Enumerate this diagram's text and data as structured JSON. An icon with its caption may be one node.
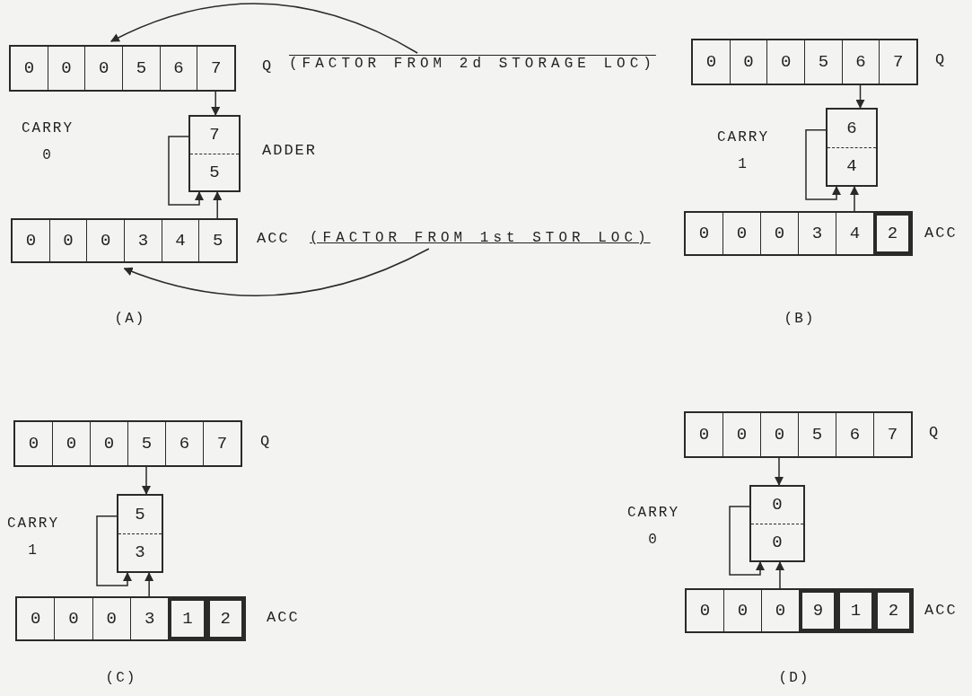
{
  "diagram": {
    "nodes": [
      {
        "text": [],
        "shape": "box",
        "beside": [
          "Q"
        ]
      },
      {
        "text": [
          "0"
        ],
        "in": 0
      },
      {
        "text": [
          "0"
        ],
        "in": 0
      },
      {
        "text": [
          "0"
        ],
        "in": 0
      },
      {
        "text": [
          "5"
        ],
        "in": 0
      },
      {
        "text": [
          "6"
        ],
        "in": 0
      },
      {
        "text": [
          "7"
        ],
        "in": 0
      },
      {
        "text": [
          "(FACTOR FROM 2d STORAGE LOC)"
        ]
      },
      {
        "text": [
          "7",
          "5"
        ],
        "beside": [
          "ADDER"
        ]
      },
      {
        "text": [],
        "shape": "box",
        "beside": [
          "ACC"
        ]
      },
      {
        "text": [
          "0"
        ],
        "in": 9
      },
      {
        "text": [
          "0"
        ],
        "in": 9
      },
      {
        "text": [
          "0"
        ],
        "in": 9
      },
      {
        "text": [
          "3"
        ],
        "in": 9
      },
      {
        "text": [
          "4"
        ],
        "in": 9
      },
      {
        "text": [
          "5"
        ],
        "in": 9
      },
      {
        "text": [
          "(FACTOR FROM 1st STOR LOC)"
        ]
      },
      {
        "text": [],
        "shape": "box",
        "beside": [
          "Q"
        ]
      },
      {
        "text": [
          "0"
        ],
        "in": 17
      },
      {
        "text": [
          "0"
        ],
        "in": 17
      },
      {
        "text": [
          "0"
        ],
        "in": 17
      },
      {
        "text": [
          "5"
        ],
        "in": 17
      },
      {
        "text": [
          "6"
        ],
        "in": 17
      },
      {
        "text": [
          "7"
        ],
        "in": 17
      },
      {
        "text": [
          "6",
          "4"
        ]
      },
      {
        "text": [],
        "shape": "box",
        "beside": [
          "ACC"
        ]
      },
      {
        "text": [
          "0"
        ],
        "in": 25
      },
      {
        "text": [
          "0"
        ],
        "in": 25
      },
      {
        "text": [
          "0"
        ],
        "in": 25
      },
      {
        "text": [
          "3"
        ],
        "in": 25
      },
      {
        "text": [
          "4"
        ],
        "in": 25
      },
      {
        "text": [
          "2"
        ],
        "in": 25
      },
      {
        "text": [],
        "shape": "box",
        "beside": [
          "Q"
        ]
      },
      {
        "text": [
          "0"
        ],
        "in": 32
      },
      {
        "text": [
          "0"
        ],
        "in": 32
      },
      {
        "text": [
          "0"
        ],
        "in": 32
      },
      {
        "text": [
          "5"
        ],
        "in": 32
      },
      {
        "text": [
          "6"
        ],
        "in": 32
      },
      {
        "text": [
          "7"
        ],
        "in": 32
      },
      {
        "text": [
          "5",
          "3"
        ]
      },
      {
        "text": [],
        "shape": "box",
        "beside": [
          "ACC"
        ]
      },
      {
        "text": [
          "0"
        ],
        "in": 40
      },
      {
        "text": [
          "0"
        ],
        "in": 40
      },
      {
        "text": [
          "0"
        ],
        "in": 40
      },
      {
        "text": [
          "3"
        ],
        "in": 40
      },
      {
        "text": [
          "1"
        ],
        "in": 40
      },
      {
        "text": [
          "2"
        ],
        "in": 40
      },
      {
        "text": [],
        "shape": "box",
        "beside": [
          "Q"
        ]
      },
      {
        "text": [
          "0"
        ],
        "in": 47
      },
      {
        "text": [
          "0"
        ],
        "in": 47
      },
      {
        "text": [
          "0"
        ],
        "in": 47
      },
      {
        "text": [
          "5"
        ],
        "in": 47
      },
      {
        "text": [
          "6"
        ],
        "in": 47
      },
      {
        "text": [
          "7"
        ],
        "in": 47
      },
      {
        "text": [
          "0",
          "0"
        ]
      },
      {
        "text": [],
        "shape": "box",
        "beside": [
          "ACC"
        ]
      },
      {
        "text": [
          "0"
        ],
        "in": 55
      },
      {
        "text": [
          "0"
        ],
        "in": 55
      },
      {
        "text": [
          "0"
        ],
        "in": 55
      },
      {
        "text": [
          "9"
        ],
        "in": 55
      },
      {
        "text": [
          "1"
        ],
        "in": 55
      },
      {
        "text": [
          "2"
        ],
        "in": 55
      }
    ],
    "edges": [
      {
        "from": 7,
        "to": 0,
        "arrow": "to"
      },
      {
        "from": 6,
        "to": 8,
        "arrow": "to"
      },
      {
        "from": 8,
        "to": 8,
        "arrow": "to"
      },
      {
        "from": 15,
        "to": 8,
        "arrow": "to"
      },
      {
        "from": 16,
        "to": 9,
        "arrow": "to"
      },
      {
        "from": 22,
        "to": 24,
        "arrow": "to"
      },
      {
        "from": 24,
        "to": 24,
        "arrow": "to"
      },
      {
        "from": 30,
        "to": 24,
        "arrow": "to"
      },
      {
        "from": 36,
        "to": 39,
        "arrow": "to"
      },
      {
        "from": 39,
        "to": 39,
        "arrow": "to"
      },
      {
        "from": 44,
        "to": 39,
        "arrow": "to"
      },
      {
        "from": 50,
        "to": 54,
        "arrow": "to"
      },
      {
        "from": 54,
        "to": 54,
        "arrow": "to"
      },
      {
        "from": 58,
        "to": 54,
        "arrow": "to"
      }
    ],
    "labels": [
      "CARRY 0",
      "(A)",
      "CARRY 1",
      "(B)",
      "CARRY 1",
      "(C)",
      "CARRY 0",
      "(D)"
    ]
  }
}
